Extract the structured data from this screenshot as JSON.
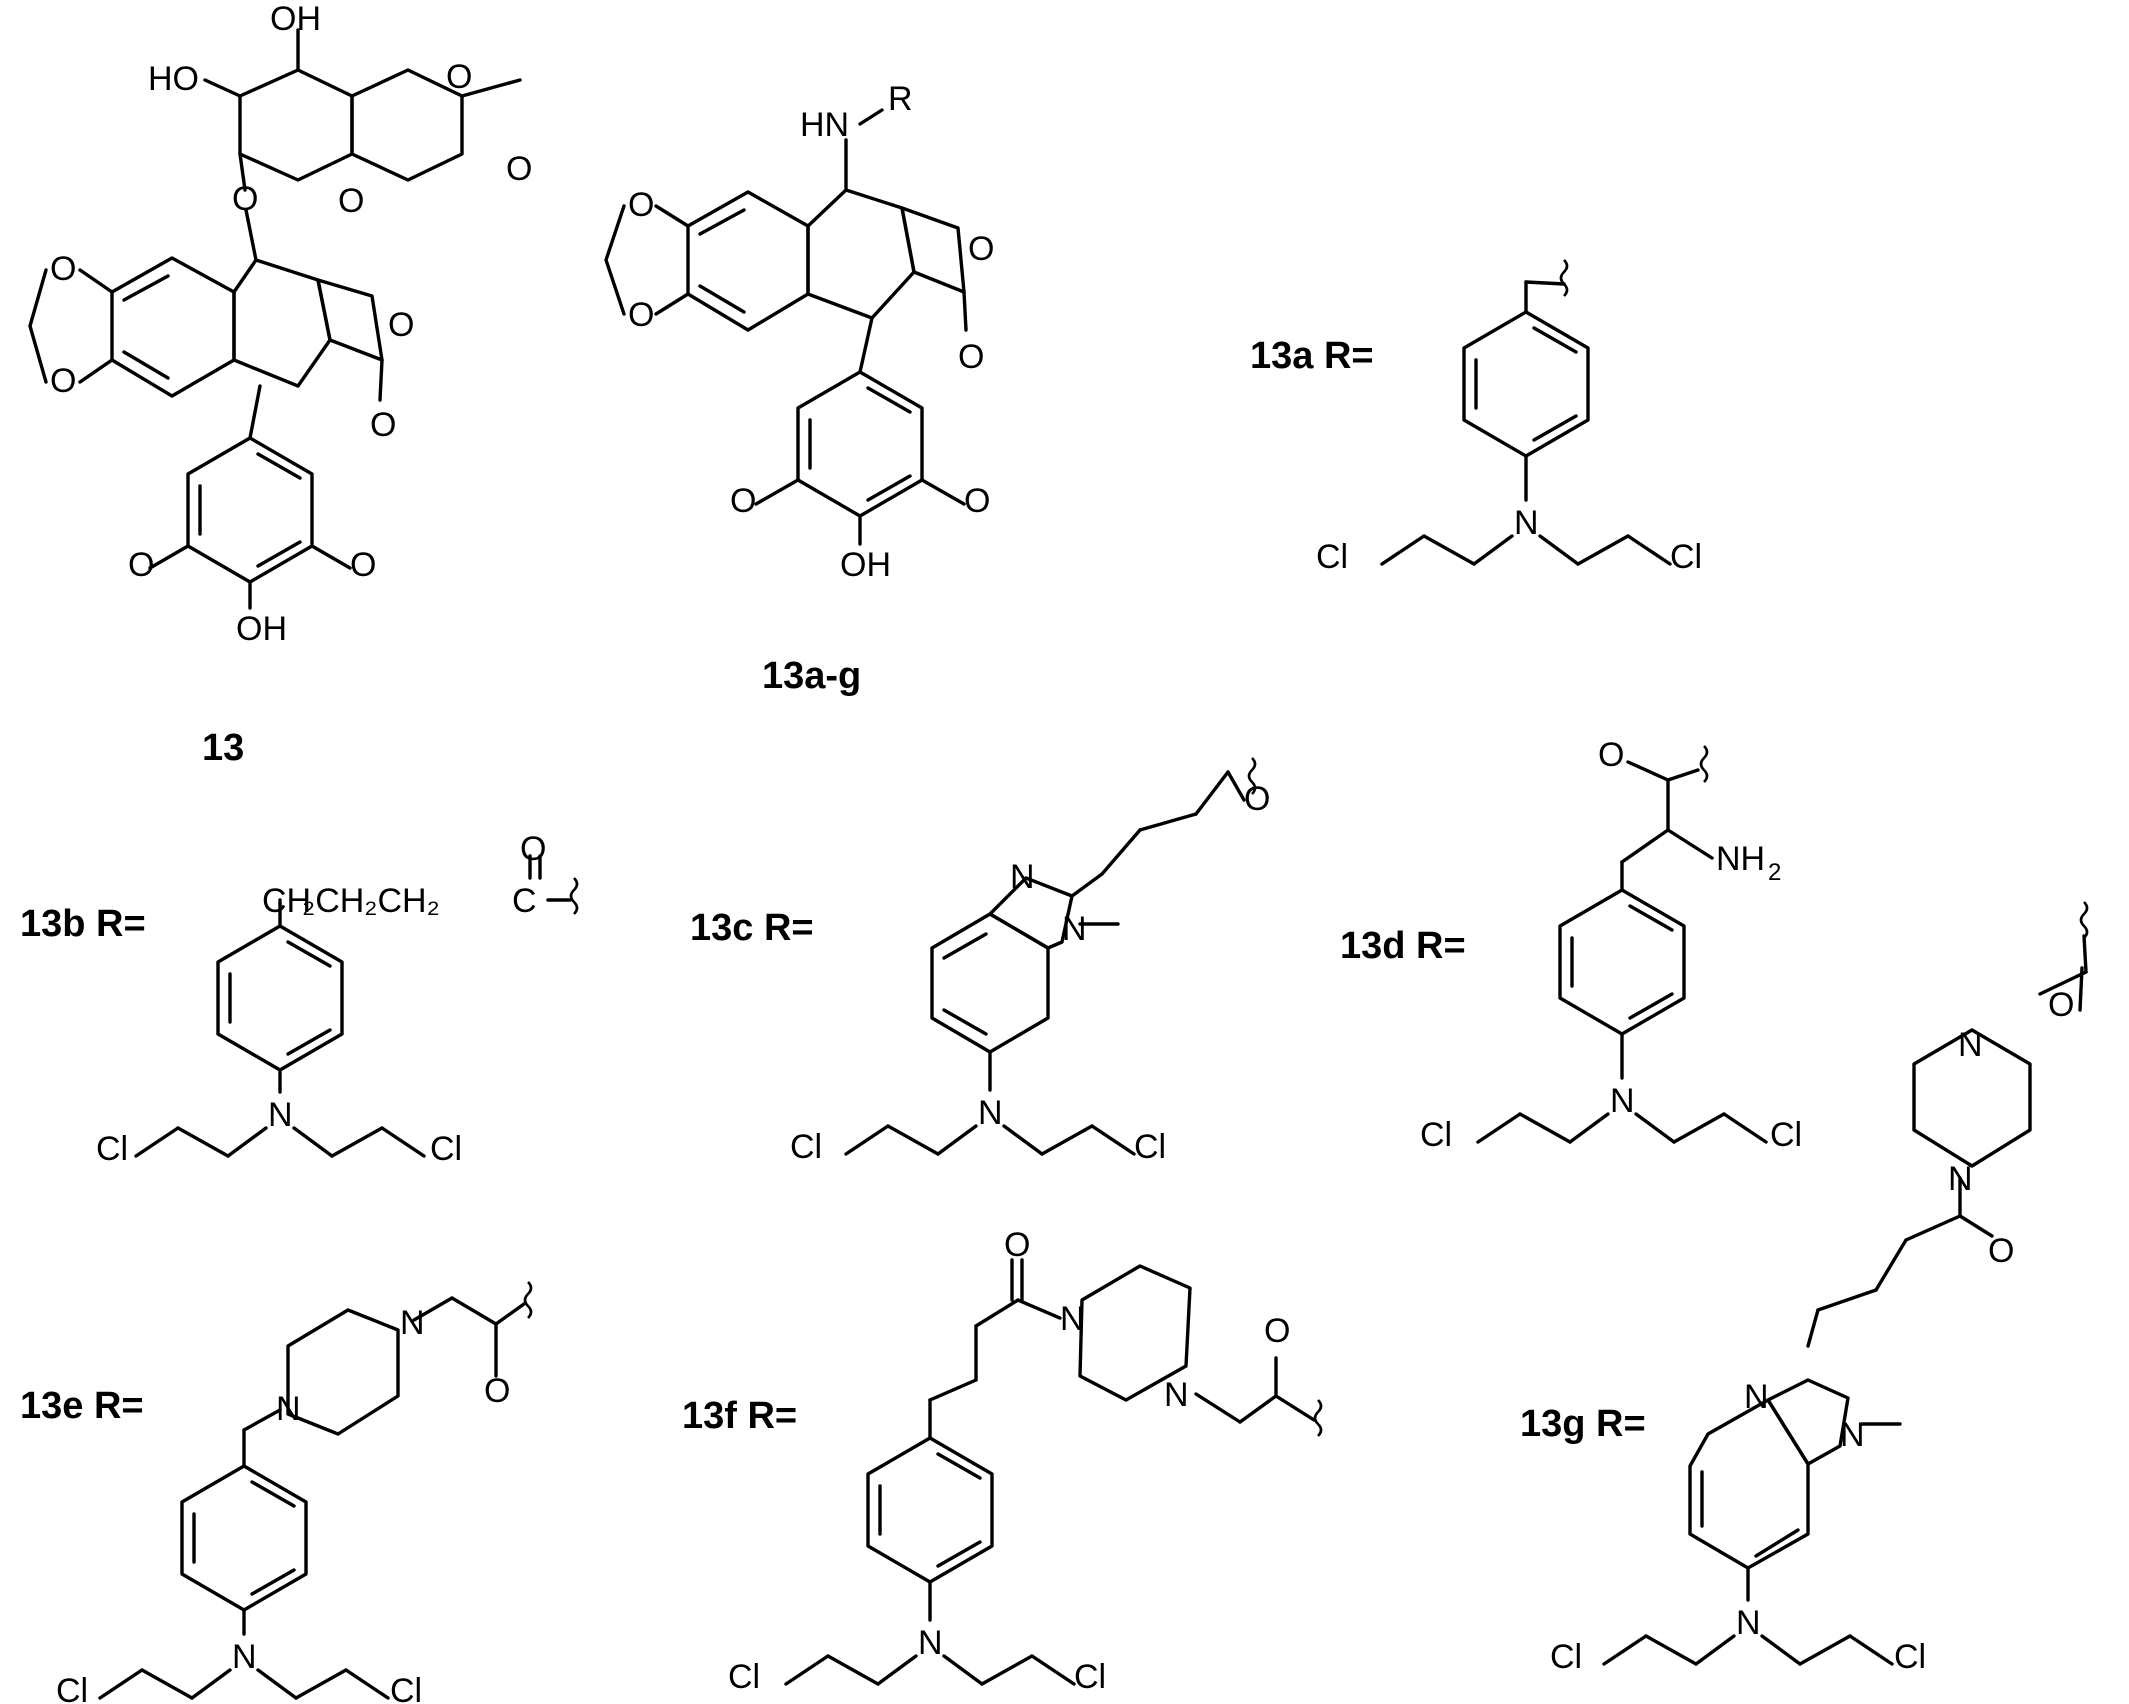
{
  "figure": {
    "labels": {
      "c13": "13",
      "c13ag": "13a-g",
      "r13a": "13a R=",
      "r13b": "13b R=",
      "r13c": "13c R=",
      "r13d": "13d R=",
      "r13e": "13e R=",
      "r13f": "13f R=",
      "r13g": "13g R="
    },
    "atoms": {
      "OH": "OH",
      "HO": "HO",
      "O": "O",
      "HN": "HN",
      "R": "R",
      "N": "N",
      "Cl": "Cl",
      "NH2": "NH",
      "sub2": "2",
      "chain": "CH",
      "chainC": "C"
    }
  }
}
